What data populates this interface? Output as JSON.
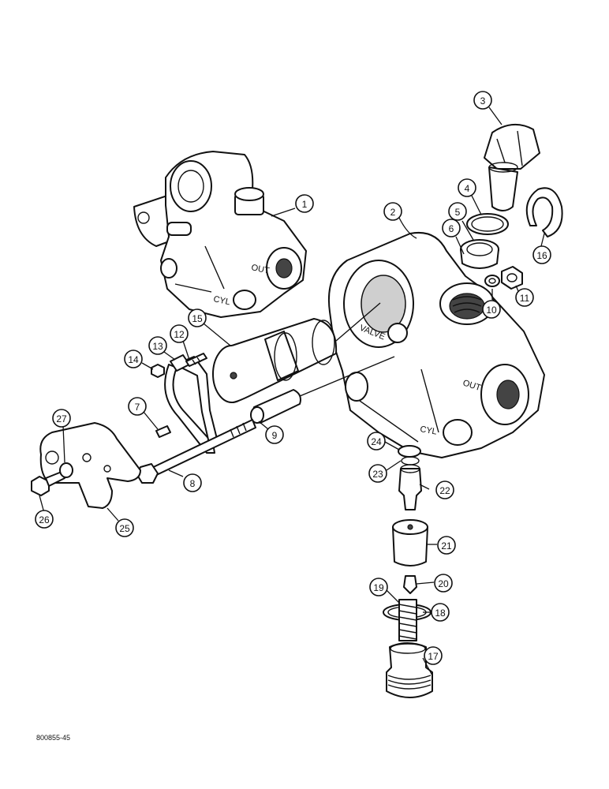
{
  "figure_code": "800855-45",
  "housing_labels": {
    "small_out": "OUT",
    "small_cyl": "CYL",
    "large_valve": "VALVE",
    "large_out": "OUT",
    "large_cyl": "CYL"
  },
  "callouts": [
    "1",
    "2",
    "3",
    "4",
    "5",
    "6",
    "7",
    "8",
    "9",
    "10",
    "11",
    "12",
    "13",
    "14",
    "15",
    "16",
    "17",
    "18",
    "19",
    "20",
    "21",
    "22",
    "23",
    "24",
    "25",
    "26",
    "27"
  ]
}
